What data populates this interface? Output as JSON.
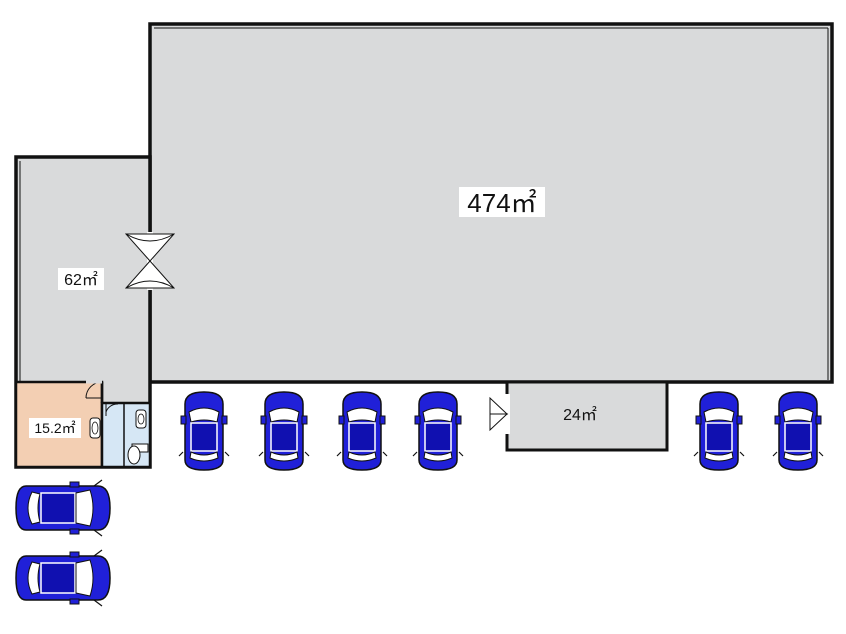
{
  "plan": {
    "rooms": {
      "main_hall": {
        "area_label": "474㎡",
        "color": "#d9dadb"
      },
      "side_room": {
        "area_label": "62㎡",
        "color": "#d9dadb"
      },
      "office": {
        "area_label": "15.2㎡",
        "color": "#f3cfb3"
      },
      "washroom": {
        "color": "#d6e7f5"
      },
      "annex": {
        "area_label": "24㎡",
        "color": "#d9dadb"
      }
    },
    "colors": {
      "wall": "#111111",
      "car_body": "#2020d8",
      "car_window": "#1010b0"
    },
    "icons": [
      "double-door-icon",
      "single-door-icon",
      "toilet-icon",
      "sink-icon",
      "car-icon"
    ],
    "parking": {
      "upper_row_cars": 6,
      "left_column_cars": 2
    }
  }
}
